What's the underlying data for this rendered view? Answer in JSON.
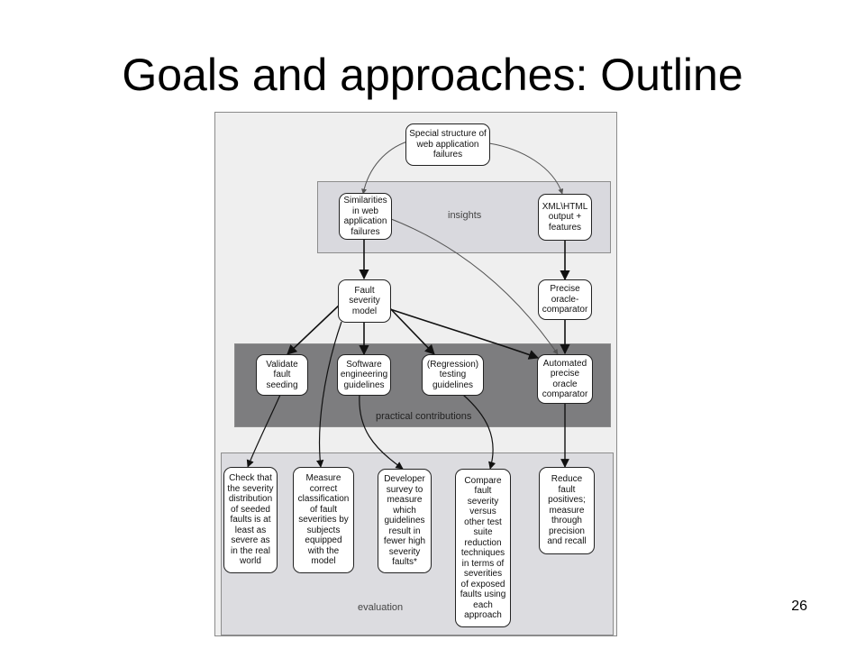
{
  "slide": {
    "title": "Goals and approaches: Outline",
    "number": "26"
  },
  "diagram": {
    "bands": {
      "insights": "insights",
      "practical": "practical contributions",
      "evaluation": "evaluation"
    },
    "nodes": {
      "special_structure": "Special structure of\nweb application\nfailures",
      "similarities": "Similarities\nin web\napplication\nfailures",
      "xml_html": "XML\\HTML\noutput +\nfeatures",
      "fault_severity_model": "Fault\nseverity\nmodel",
      "precise_oracle_comparator": "Precise\noracle-\ncomparator",
      "validate_fault_seeding": "Validate\nfault\nseeding",
      "software_engineering_guidelines": "Software\nengineering\nguidelines",
      "regression_testing_guidelines": "(Regression)\ntesting\nguidelines",
      "automated_precise_oracle_comparator": "Automated\nprecise\noracle\ncomparator",
      "check_severity_distribution": "Check that\nthe severity\ndistribution\nof seeded\nfaults is at\nleast as\nsevere as\nin the real\nworld",
      "measure_correct_classification": "Measure\ncorrect\nclassification\nof fault\nseverities by\nsubjects\nequipped\nwith the\nmodel",
      "developer_survey": "Developer\nsurvey to\nmeasure\nwhich\nguidelines\nresult in\nfewer high\nseverity\nfaults*",
      "compare_fault_severity": "Compare\nfault\nseverity\nversus\nother test\nsuite\nreduction\ntechniques\nin terms of\nseverities\nof exposed\nfaults using\neach\napproach",
      "reduce_fault_positives": "Reduce\nfault\npositives;\nmeasure\nthrough\nprecision\nand recall"
    },
    "colors": {
      "insights_band": "#d9d9de",
      "practical_band": "#7d7d7f",
      "evaluation_band": "#dcdce0"
    }
  }
}
